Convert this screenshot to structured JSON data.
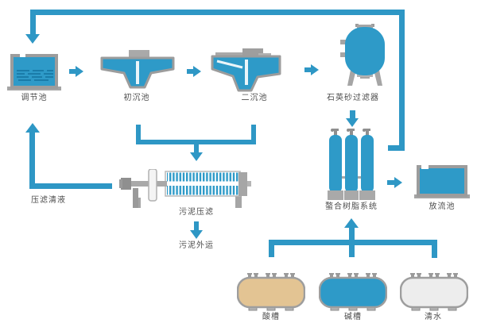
{
  "diagram": {
    "background": "#ffffff",
    "colors": {
      "flow": "#2e97c5",
      "equipment": "#2e9ac8",
      "outline": "#9c9c9c",
      "acid": "#e3c493",
      "alkali": "#2e9ac8",
      "clean": "#ededed",
      "label_text": "#4d4d4d"
    },
    "nodes": {
      "regulating_tank": {
        "label": "调节池"
      },
      "primary_settling_tank": {
        "label": "初沉池"
      },
      "secondary_settling_tank": {
        "label": "二沉池"
      },
      "quartz_sand_filter": {
        "label": "石英砂过滤器"
      },
      "chelating_resin_system": {
        "label": "螯合树脂系统"
      },
      "discharge_tank": {
        "label": "放流池"
      },
      "sludge_filter_press": {
        "label": "污泥压滤"
      },
      "sludge_removal": {
        "label": "污泥外运"
      },
      "filter_press_filtrate": {
        "label": "压滤清液"
      },
      "acid_tank": {
        "label": "酸槽"
      },
      "alkali_tank": {
        "label": "碱槽"
      },
      "clean_water_tank": {
        "label": "清水"
      }
    }
  }
}
